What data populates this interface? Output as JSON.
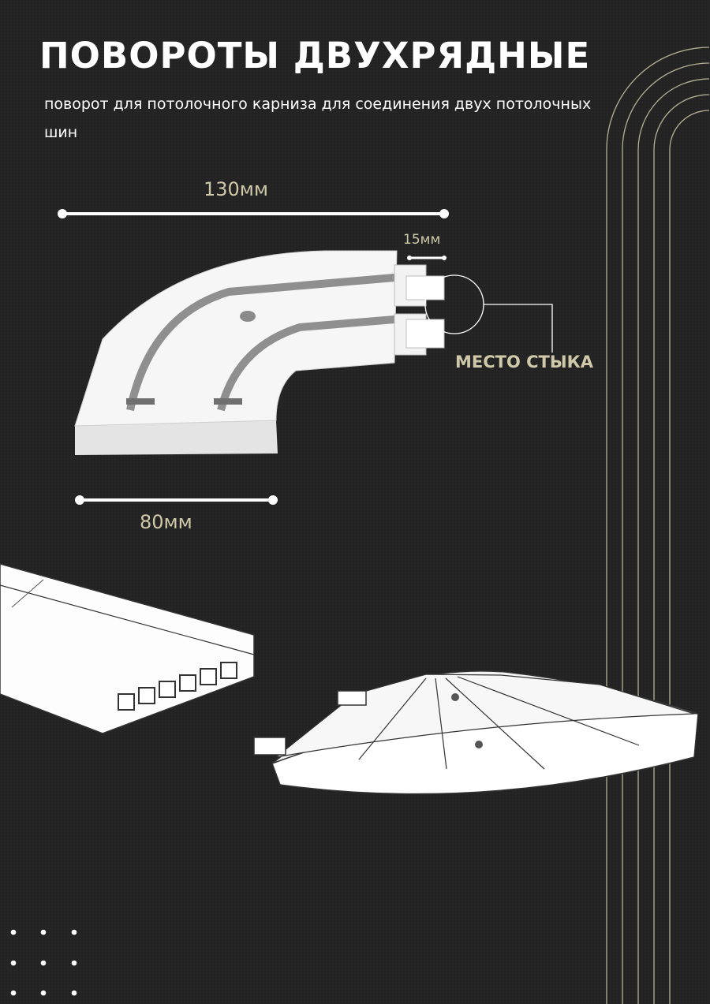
{
  "header": {
    "title": "ПОВОРОТЫ ДВУХРЯДНЫЕ",
    "subtitle": "поворот для потолочного карниза для соединения двух потолочных шин"
  },
  "dimensions": {
    "length": "130мм",
    "protrusion": "15мм",
    "width": "80мм"
  },
  "callout": {
    "joint_label": "МЕСТО СТЫКА"
  },
  "colors": {
    "background": "#232323",
    "accent": "#cfc9a9",
    "text": "#ffffff"
  }
}
